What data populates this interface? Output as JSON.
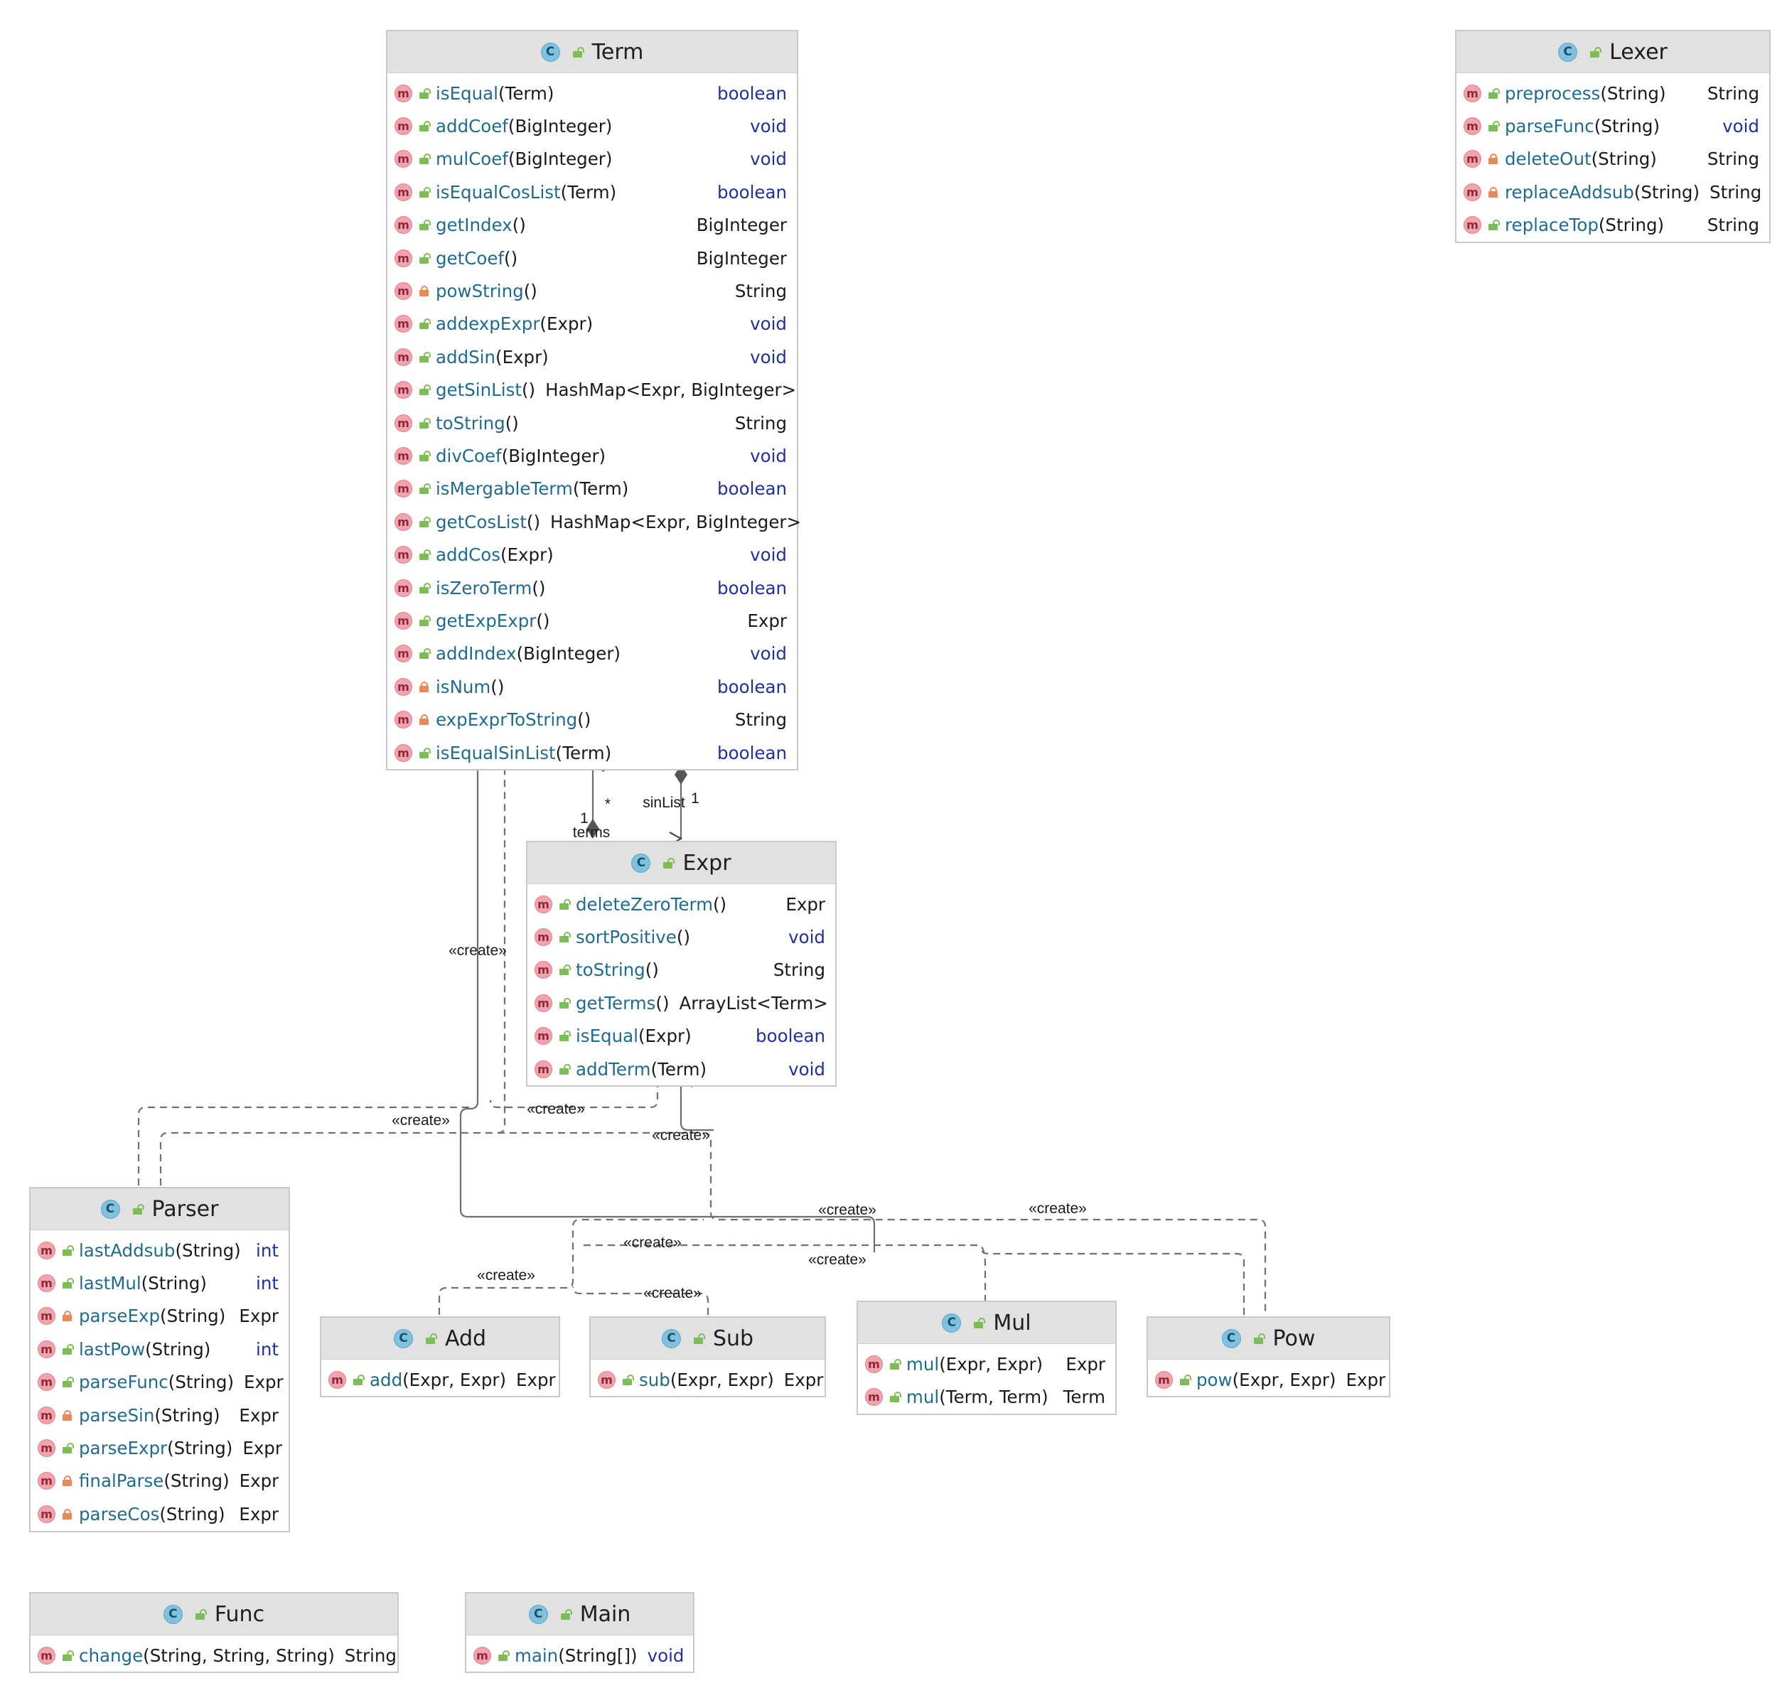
{
  "classes": [
    {
      "id": "term",
      "name": "Term",
      "methods": [
        {
          "name": "isEqual",
          "params": "(Term)",
          "ret": "boolean",
          "vis": "public"
        },
        {
          "name": "addCoef",
          "params": "(BigInteger)",
          "ret": "void",
          "vis": "public"
        },
        {
          "name": "mulCoef",
          "params": "(BigInteger)",
          "ret": "void",
          "vis": "public"
        },
        {
          "name": "isEqualCosList",
          "params": "(Term)",
          "ret": "boolean",
          "vis": "public"
        },
        {
          "name": "getIndex",
          "params": "()",
          "ret": "BigInteger",
          "vis": "public"
        },
        {
          "name": "getCoef",
          "params": "()",
          "ret": "BigInteger",
          "vis": "public"
        },
        {
          "name": "powString",
          "params": "()",
          "ret": "String",
          "vis": "private"
        },
        {
          "name": "addexpExpr",
          "params": "(Expr)",
          "ret": "void",
          "vis": "public"
        },
        {
          "name": "addSin",
          "params": "(Expr)",
          "ret": "void",
          "vis": "public"
        },
        {
          "name": "getSinList",
          "params": "()",
          "ret": "HashMap<Expr, BigInteger>",
          "vis": "public"
        },
        {
          "name": "toString",
          "params": "()",
          "ret": "String",
          "vis": "public"
        },
        {
          "name": "divCoef",
          "params": "(BigInteger)",
          "ret": "void",
          "vis": "public"
        },
        {
          "name": "isMergableTerm",
          "params": "(Term)",
          "ret": "boolean",
          "vis": "public"
        },
        {
          "name": "getCosList",
          "params": "()",
          "ret": "HashMap<Expr, BigInteger>",
          "vis": "public"
        },
        {
          "name": "addCos",
          "params": "(Expr)",
          "ret": "void",
          "vis": "public"
        },
        {
          "name": "isZeroTerm",
          "params": "()",
          "ret": "boolean",
          "vis": "public"
        },
        {
          "name": "getExpExpr",
          "params": "()",
          "ret": "Expr",
          "vis": "public"
        },
        {
          "name": "addIndex",
          "params": "(BigInteger)",
          "ret": "void",
          "vis": "public"
        },
        {
          "name": "isNum",
          "params": "()",
          "ret": "boolean",
          "vis": "private"
        },
        {
          "name": "expExprToString",
          "params": "()",
          "ret": "String",
          "vis": "private"
        },
        {
          "name": "isEqualSinList",
          "params": "(Term)",
          "ret": "boolean",
          "vis": "public"
        }
      ]
    },
    {
      "id": "lexer",
      "name": "Lexer",
      "methods": [
        {
          "name": "preprocess",
          "params": "(String)",
          "ret": "String",
          "vis": "public"
        },
        {
          "name": "parseFunc",
          "params": "(String)",
          "ret": "void",
          "vis": "public"
        },
        {
          "name": "deleteOut",
          "params": "(String)",
          "ret": "String",
          "vis": "private"
        },
        {
          "name": "replaceAddsub",
          "params": "(String)",
          "ret": "String",
          "vis": "private"
        },
        {
          "name": "replaceTop",
          "params": "(String)",
          "ret": "String",
          "vis": "public"
        }
      ]
    },
    {
      "id": "expr",
      "name": "Expr",
      "methods": [
        {
          "name": "deleteZeroTerm",
          "params": "()",
          "ret": "Expr",
          "vis": "public"
        },
        {
          "name": "sortPositive",
          "params": "()",
          "ret": "void",
          "vis": "public"
        },
        {
          "name": "toString",
          "params": "()",
          "ret": "String",
          "vis": "public"
        },
        {
          "name": "getTerms",
          "params": "()",
          "ret": "ArrayList<Term>",
          "vis": "public"
        },
        {
          "name": "isEqual",
          "params": "(Expr)",
          "ret": "boolean",
          "vis": "public"
        },
        {
          "name": "addTerm",
          "params": "(Term)",
          "ret": "void",
          "vis": "public"
        }
      ]
    },
    {
      "id": "parser",
      "name": "Parser",
      "methods": [
        {
          "name": "lastAddsub",
          "params": "(String)",
          "ret": "int",
          "vis": "public"
        },
        {
          "name": "lastMul",
          "params": "(String)",
          "ret": "int",
          "vis": "public"
        },
        {
          "name": "parseExp",
          "params": "(String)",
          "ret": "Expr",
          "vis": "private"
        },
        {
          "name": "lastPow",
          "params": "(String)",
          "ret": "int",
          "vis": "public"
        },
        {
          "name": "parseFunc",
          "params": "(String)",
          "ret": "Expr",
          "vis": "public"
        },
        {
          "name": "parseSin",
          "params": "(String)",
          "ret": "Expr",
          "vis": "private"
        },
        {
          "name": "parseExpr",
          "params": "(String)",
          "ret": "Expr",
          "vis": "public"
        },
        {
          "name": "finalParse",
          "params": "(String)",
          "ret": "Expr",
          "vis": "private"
        },
        {
          "name": "parseCos",
          "params": "(String)",
          "ret": "Expr",
          "vis": "private"
        }
      ]
    },
    {
      "id": "add",
      "name": "Add",
      "methods": [
        {
          "name": "add",
          "params": "(Expr, Expr)",
          "ret": "Expr",
          "vis": "public"
        }
      ]
    },
    {
      "id": "sub",
      "name": "Sub",
      "methods": [
        {
          "name": "sub",
          "params": "(Expr, Expr)",
          "ret": "Expr",
          "vis": "public"
        }
      ]
    },
    {
      "id": "mul",
      "name": "Mul",
      "methods": [
        {
          "name": "mul",
          "params": "(Expr, Expr)",
          "ret": "Expr",
          "vis": "public"
        },
        {
          "name": "mul",
          "params": "(Term, Term)",
          "ret": "Term",
          "vis": "public"
        }
      ]
    },
    {
      "id": "pow",
      "name": "Pow",
      "methods": [
        {
          "name": "pow",
          "params": "(Expr, Expr)",
          "ret": "Expr",
          "vis": "public"
        }
      ]
    },
    {
      "id": "func",
      "name": "Func",
      "methods": [
        {
          "name": "change",
          "params": "(String, String, String)",
          "ret": "String",
          "vis": "public"
        }
      ]
    },
    {
      "id": "main",
      "name": "Main",
      "methods": [
        {
          "name": "main",
          "params": "(String[])",
          "ret": "void",
          "vis": "public"
        }
      ]
    }
  ],
  "icons": {
    "class": "C",
    "method": "m"
  },
  "relations": [
    {
      "label": "terms",
      "from": "expr",
      "to": "term",
      "multiplicity": [
        "1",
        "*"
      ]
    },
    {
      "label": "sinList",
      "from": "term",
      "to": "expr",
      "multiplicity": [
        "1"
      ]
    }
  ],
  "labels": {
    "create": "«create»",
    "terms": "terms",
    "sinList": "sinList",
    "mult_one": "1",
    "mult_many": "*"
  },
  "colors": {
    "header": "#e1e1e1",
    "method_name": "#1f6b8f",
    "primitive_type": "#1f2fa0",
    "public": "#7cbd55",
    "private": "#e8895a",
    "class_icon": "#7fc1de",
    "method_icon": "#f4a3ad",
    "edge": "#6e6e6e"
  }
}
